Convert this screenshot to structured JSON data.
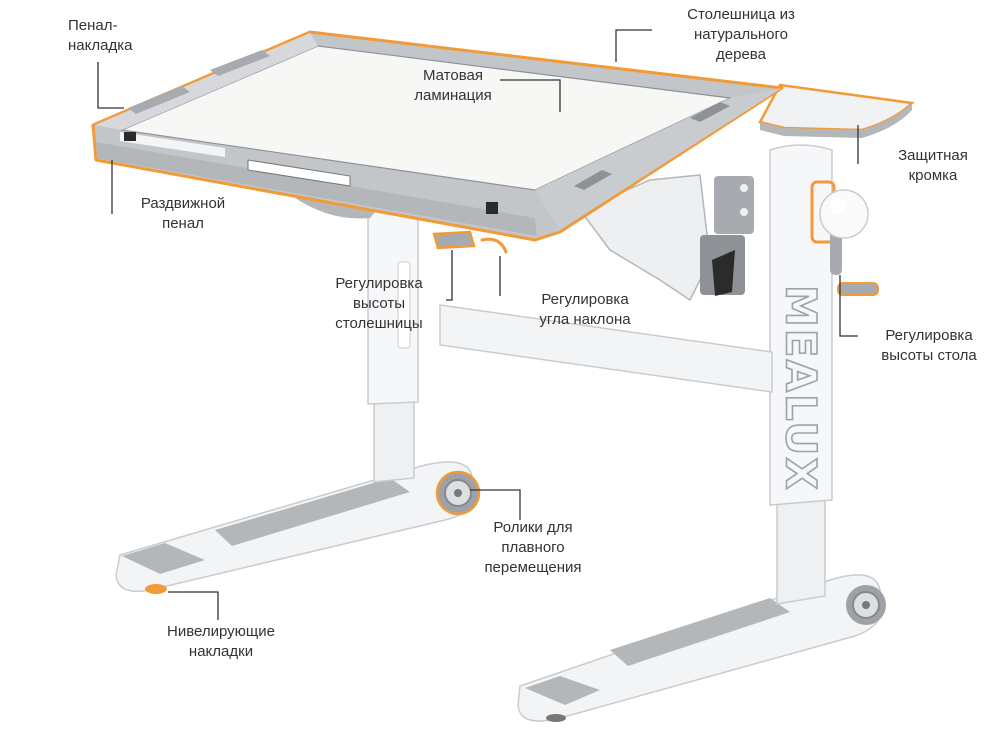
{
  "colors": {
    "accent": "#F29A38",
    "leader": "#333333",
    "text": "#333333",
    "frame": "#B4B7BA",
    "frame_dark": "#8E9297",
    "metal": "#F3F4F5",
    "top_surface": "#F7F7F5"
  },
  "labels": {
    "pencil_cover": "Пенал-\nнакладка",
    "wooden_top": "Столешница из\nнатурального\nдерева",
    "matte_lamination": "Матовая\nламинация",
    "protective_edge": "Защитная\nкромка",
    "sliding_pencil_case": "Раздвижной\nпенал",
    "top_height_adjust": "Регулировка\nвысоты\nстолешницы",
    "tilt_angle_adjust": "Регулировка\nугла наклона",
    "desk_height_adjust": "Регулировка\nвысоты стола",
    "rollers": "Ролики для\nплавного\nперемещения",
    "leveling_pads": "Нивелирующие\nнакладки"
  },
  "brand": {
    "column_text": "MEALUX"
  }
}
